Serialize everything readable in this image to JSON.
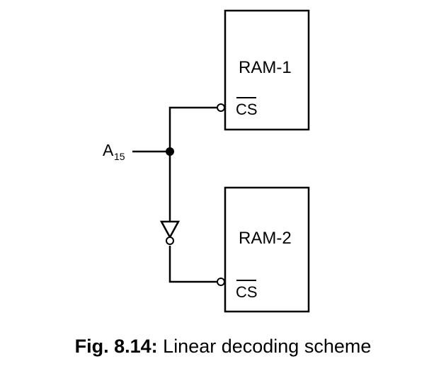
{
  "diagram": {
    "ram1": {
      "name": "RAM-1",
      "cs": "CS"
    },
    "ram2": {
      "name": "RAM-2",
      "cs": "CS"
    },
    "input": {
      "signal": "A",
      "subscript": "15"
    }
  },
  "caption": {
    "number": "Fig. 8.14:",
    "text": "Linear decoding scheme"
  }
}
